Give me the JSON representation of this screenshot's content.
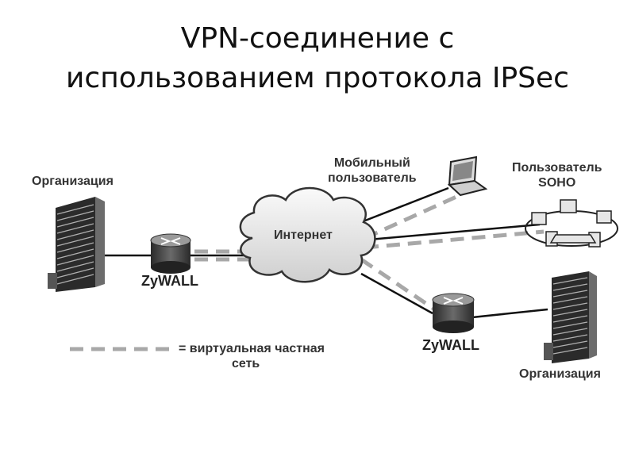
{
  "title": {
    "line1": "VPN-соединение с",
    "line2": "использованием протокола IPSec"
  },
  "nodes": {
    "org_left": "Организация",
    "zywall_left": "ZyWALL",
    "internet": "Интернет",
    "mobile_line1": "Мобильный",
    "mobile_line2": "пользователь",
    "soho_line1": "Пользователь",
    "soho_line2": "SOHO",
    "zywall_right": "ZyWALL",
    "org_right": "Организация"
  },
  "legend": {
    "line1": "= виртуальная частная",
    "line2": "сеть"
  }
}
